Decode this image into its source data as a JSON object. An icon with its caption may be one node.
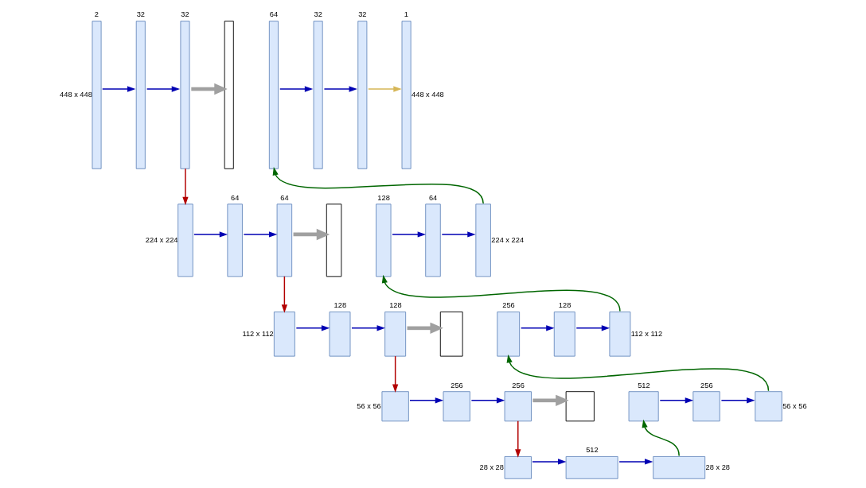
{
  "diagram": {
    "nodes": [
      {
        "text": [
          "2"
        ],
        "beside": [
          "448 x 448"
        ]
      },
      {
        "text": [
          "32"
        ]
      },
      {
        "text": [
          "32"
        ]
      },
      {
        "text": [],
        "shape": "box"
      },
      {
        "text": [
          "64"
        ]
      },
      {
        "text": [
          "32"
        ]
      },
      {
        "text": [
          "32"
        ]
      },
      {
        "text": [
          "1"
        ],
        "beside": [
          "448 x 448"
        ]
      },
      {
        "text": [],
        "shape": "box",
        "beside": [
          "224 x 224"
        ]
      },
      {
        "text": [
          "64"
        ]
      },
      {
        "text": [
          "64"
        ]
      },
      {
        "text": [],
        "shape": "box"
      },
      {
        "text": [
          "128"
        ]
      },
      {
        "text": [
          "64"
        ]
      },
      {
        "text": [],
        "shape": "box",
        "beside": [
          "224 x 224"
        ]
      },
      {
        "text": [],
        "shape": "box",
        "beside": [
          "112 x 112"
        ]
      },
      {
        "text": [
          "128"
        ]
      },
      {
        "text": [
          "128"
        ]
      },
      {
        "text": [],
        "shape": "box"
      },
      {
        "text": [
          "256"
        ]
      },
      {
        "text": [
          "128"
        ]
      },
      {
        "text": [],
        "shape": "box",
        "beside": [
          "112 x 112"
        ]
      },
      {
        "text": [],
        "shape": "box",
        "beside": [
          "56 x 56"
        ]
      },
      {
        "text": [
          "256"
        ]
      },
      {
        "text": [
          "256"
        ]
      },
      {
        "text": [],
        "shape": "box"
      },
      {
        "text": [
          "512"
        ]
      },
      {
        "text": [
          "256"
        ]
      },
      {
        "text": [],
        "shape": "box",
        "beside": [
          "56 x 56"
        ]
      },
      {
        "text": [],
        "shape": "box",
        "beside": [
          "28 x 28"
        ]
      },
      {
        "text": [
          "512"
        ]
      },
      {
        "text": [],
        "shape": "box",
        "beside": [
          "28 x 28"
        ]
      }
    ],
    "edges": [
      {
        "from": 0,
        "to": 1,
        "arrow": "to"
      },
      {
        "from": 1,
        "to": 2,
        "arrow": "to"
      },
      {
        "from": 2,
        "to": 3,
        "arrow": "to",
        "style": "thick",
        "color": "#a0a0a0"
      },
      {
        "from": 4,
        "to": 5,
        "arrow": "to"
      },
      {
        "from": 5,
        "to": 6,
        "arrow": "to"
      },
      {
        "from": 6,
        "to": 7,
        "arrow": "to",
        "color": "#d6b656"
      },
      {
        "from": 2,
        "to": 8,
        "arrow": "to",
        "color": "#b20000"
      },
      {
        "from": 8,
        "to": 9,
        "arrow": "to"
      },
      {
        "from": 9,
        "to": 10,
        "arrow": "to"
      },
      {
        "from": 10,
        "to": 11,
        "arrow": "to",
        "style": "thick",
        "color": "#a0a0a0"
      },
      {
        "from": 12,
        "to": 13,
        "arrow": "to"
      },
      {
        "from": 13,
        "to": 14,
        "arrow": "to"
      },
      {
        "from": 14,
        "to": 4,
        "arrow": "to",
        "color": "#006600"
      },
      {
        "from": 10,
        "to": 15,
        "arrow": "to",
        "color": "#b20000"
      },
      {
        "from": 15,
        "to": 16,
        "arrow": "to"
      },
      {
        "from": 16,
        "to": 17,
        "arrow": "to"
      },
      {
        "from": 17,
        "to": 18,
        "arrow": "to",
        "style": "thick",
        "color": "#a0a0a0"
      },
      {
        "from": 19,
        "to": 20,
        "arrow": "to"
      },
      {
        "from": 20,
        "to": 21,
        "arrow": "to"
      },
      {
        "from": 21,
        "to": 12,
        "arrow": "to",
        "color": "#006600"
      },
      {
        "from": 17,
        "to": 22,
        "arrow": "to",
        "color": "#b20000"
      },
      {
        "from": 22,
        "to": 23,
        "arrow": "to"
      },
      {
        "from": 23,
        "to": 24,
        "arrow": "to"
      },
      {
        "from": 24,
        "to": 25,
        "arrow": "to",
        "style": "thick",
        "color": "#a0a0a0"
      },
      {
        "from": 26,
        "to": 27,
        "arrow": "to"
      },
      {
        "from": 27,
        "to": 28,
        "arrow": "to"
      },
      {
        "from": 28,
        "to": 19,
        "arrow": "to",
        "color": "#006600"
      },
      {
        "from": 24,
        "to": 29,
        "arrow": "to",
        "color": "#b20000"
      },
      {
        "from": 29,
        "to": 30,
        "arrow": "to"
      },
      {
        "from": 30,
        "to": 31,
        "arrow": "to"
      },
      {
        "from": 31,
        "to": 26,
        "arrow": "to",
        "color": "#006600"
      }
    ]
  }
}
